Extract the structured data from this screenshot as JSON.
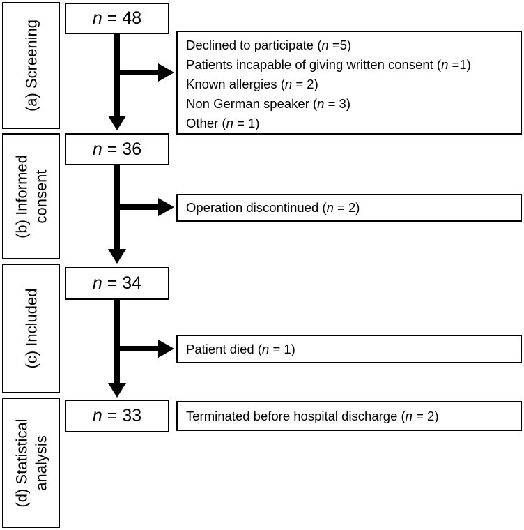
{
  "figure": {
    "type": "patient-flow-diagram",
    "colors": {
      "line": "#000000",
      "background": "#ffffff"
    },
    "stages": [
      {
        "label": "(a) Screening"
      },
      {
        "label": "(b) Informed\nconsent"
      },
      {
        "label": "(c) Included"
      },
      {
        "label": "(d) Statistical\nanalysis"
      }
    ],
    "flow_boxes": [
      {
        "var": "n",
        "rest": " = 48"
      },
      {
        "var": "n",
        "rest": " = 36"
      },
      {
        "var": "n",
        "rest": " = 34"
      },
      {
        "var": "n",
        "rest": " = 33"
      }
    ],
    "exclusion_boxes": [
      {
        "lines": [
          {
            "pre": "Declined to participate (",
            "var": "n",
            "post": " =5)"
          },
          {
            "pre": "Patients incapable of giving written consent (",
            "var": "n",
            "post": " =1)"
          },
          {
            "pre": "Known allergies (",
            "var": "n",
            "post": " = 2)"
          },
          {
            "pre": "Non German speaker (",
            "var": "n",
            "post": " = 3)"
          },
          {
            "pre": "Other (",
            "var": "n",
            "post": " = 1)"
          }
        ]
      },
      {
        "lines": [
          {
            "pre": "Operation discontinued (",
            "var": "n",
            "post": " = 2)"
          }
        ]
      },
      {
        "lines": [
          {
            "pre": "Patient died (",
            "var": "n",
            "post": " = 1)"
          }
        ]
      },
      {
        "lines": [
          {
            "pre": "Terminated before hospital discharge (",
            "var": "n",
            "post": " = 2)"
          }
        ]
      }
    ]
  }
}
